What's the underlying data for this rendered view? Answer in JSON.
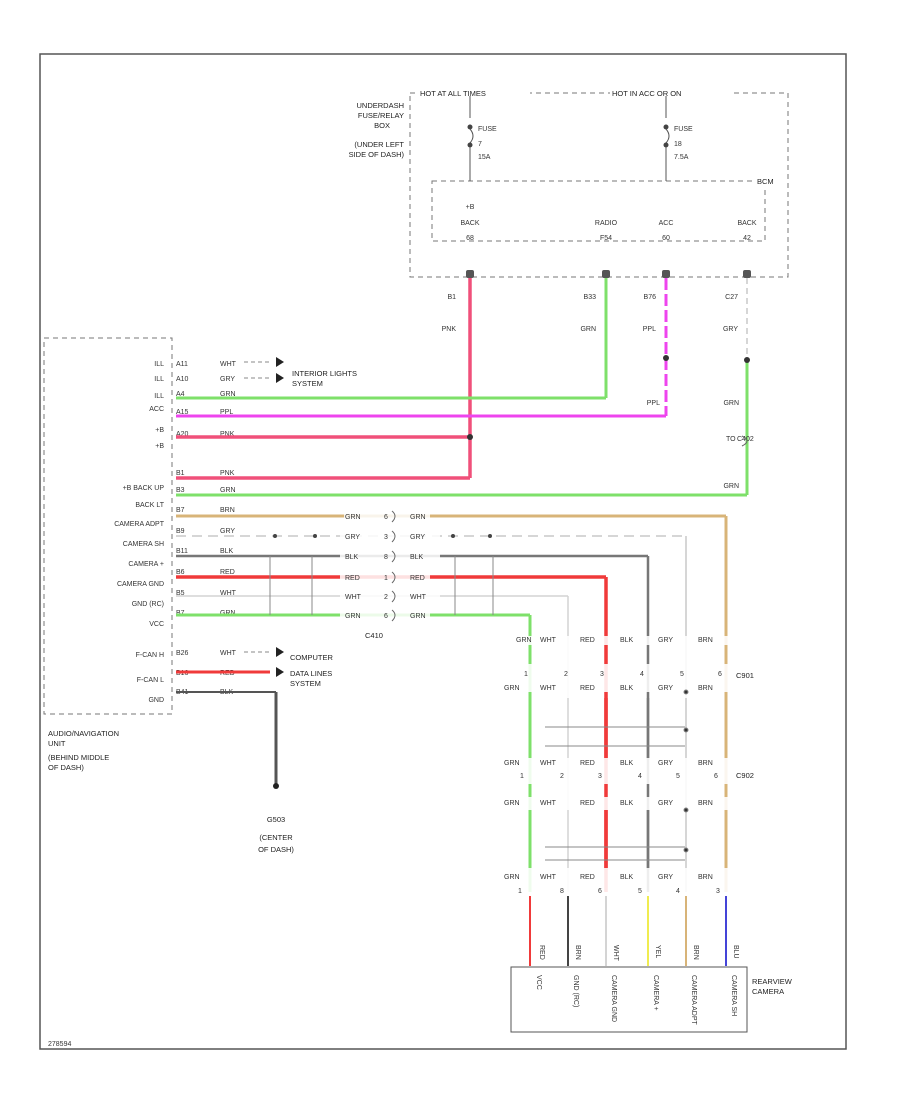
{
  "fuse_box": {
    "label": [
      "UNDERDASH",
      "FUSE/RELAY",
      "BOX",
      "(UNDER LEFT",
      "SIDE OF DASH)"
    ],
    "hot_left": "HOT AT ALL TIMES",
    "hot_right": "HOT IN ACC OR ON",
    "fuse_left": [
      "FUSE",
      "7",
      "15A"
    ],
    "fuse_right": [
      "FUSE",
      "18",
      "7.5A"
    ],
    "bcm_label": "BCM",
    "pins": [
      {
        "name": [
          "+B",
          "BACK"
        ],
        "pin": "68"
      },
      {
        "name": [
          "RADIO"
        ],
        "pin": "F54"
      },
      {
        "name": [
          "ACC"
        ],
        "pin": "60"
      },
      {
        "name": [
          "BACK"
        ],
        "pin": "42"
      }
    ]
  },
  "nav_unit": {
    "label": [
      "AUDIO/NAVIGATION",
      "UNIT",
      "(BEHIND MIDDLE",
      "OF DASH)"
    ],
    "pins_top": [
      {
        "name": "ILL",
        "pin": "A11",
        "color": "WHT"
      },
      {
        "name": "ILL",
        "pin": "A10",
        "color": "GRY"
      },
      {
        "name": "ILL",
        "pin": "A4",
        "color": "GRN"
      },
      {
        "name": "ACC",
        "pin": "A15",
        "color": "PPL"
      },
      {
        "name": "+B",
        "pin": "A20",
        "color": "PNK"
      }
    ],
    "pins_mid": [
      {
        "name": "",
        "pin": "B1",
        "color": "PNK"
      },
      {
        "name": "+B BACK UP",
        "pin": "B3",
        "color": "GRN"
      },
      {
        "name": "BACK LT",
        "pin": "B7",
        "color": "BRN"
      },
      {
        "name": "CAMERA ADPT",
        "pin": "B9",
        "color": "GRY"
      },
      {
        "name": "CAMERA SH",
        "pin": "B11",
        "color": "BLK"
      },
      {
        "name": "CAMERA +",
        "pin": "B6",
        "color": "RED"
      },
      {
        "name": "CAMERA GND",
        "pin": "B5",
        "color": "WHT"
      },
      {
        "name": "GND (RC)",
        "pin": "B7",
        "color": "GRN"
      },
      {
        "name": "VCC",
        "pin": "",
        "color": ""
      }
    ],
    "pins_bot": [
      {
        "name": "F-CAN H",
        "pin": "B26",
        "color": "WHT"
      },
      {
        "name": "F-CAN L",
        "pin": "B16",
        "color": "RED"
      },
      {
        "name": "GND",
        "pin": "B41",
        "color": "BLK"
      }
    ]
  },
  "interior_lights": [
    "INTERIOR LIGHTS",
    "SYSTEM"
  ],
  "computer_data": [
    "COMPUTER",
    "DATA LINES",
    "SYSTEM"
  ],
  "ground": [
    "G503",
    "(CENTER",
    "OF DASH)"
  ],
  "c402": [
    "TO",
    "C402"
  ],
  "c410": "C410",
  "c901": "C901",
  "c902": "C902",
  "wires_top": [
    "B1",
    "B33",
    "B76",
    "C27"
  ],
  "wires_top_colors": [
    "PNK",
    "GRN",
    "PPL",
    "GRY"
  ],
  "ppl_label": "PPL",
  "grn_labels": [
    "GRN",
    "GRN"
  ],
  "c410_rows": [
    {
      "left": "GRN",
      "pin": "6",
      "right": "GRN"
    },
    {
      "left": "GRY",
      "pin": "3",
      "right": "GRY"
    },
    {
      "left": "BLK",
      "pin": "8",
      "right": "BLK"
    },
    {
      "left": "RED",
      "pin": "1",
      "right": "RED"
    },
    {
      "left": "WHT",
      "pin": "2",
      "right": "WHT"
    },
    {
      "left": "GRN",
      "pin": "6",
      "right": "GRN"
    }
  ],
  "c901_cols": [
    {
      "top": "GRN",
      "pin": "1",
      "bot": "GRN"
    },
    {
      "top": "WHT",
      "pin": "2",
      "bot": "WHT"
    },
    {
      "top": "RED",
      "pin": "3",
      "bot": "RED"
    },
    {
      "top": "BLK",
      "pin": "4",
      "bot": "BLK"
    },
    {
      "top": "GRY",
      "pin": "5",
      "bot": "GRY"
    },
    {
      "top": "BRN",
      "pin": "6",
      "bot": "BRN"
    }
  ],
  "c902_cols": [
    {
      "top": "GRN",
      "pin": "1",
      "bot": "GRN"
    },
    {
      "top": "WHT",
      "pin": "2",
      "bot": "WHT"
    },
    {
      "top": "RED",
      "pin": "3",
      "bot": "RED"
    },
    {
      "top": "BLK",
      "pin": "4",
      "bot": "BLK"
    },
    {
      "top": "GRY",
      "pin": "5",
      "bot": "GRY"
    },
    {
      "top": "BRN",
      "pin": "6",
      "bot": "BRN"
    }
  ],
  "bottom_cols": [
    {
      "top": "GRN",
      "pin": "1",
      "stub": "RED"
    },
    {
      "top": "WHT",
      "pin": "8",
      "stub": "BRN"
    },
    {
      "top": "RED",
      "pin": "6",
      "stub": "WHT"
    },
    {
      "top": "BLK",
      "pin": "5",
      "stub": "YEL"
    },
    {
      "top": "GRY",
      "pin": "4",
      "stub": "BRN"
    },
    {
      "top": "BRN",
      "pin": "3",
      "stub": "BLU"
    }
  ],
  "camera": {
    "label": [
      "REARVIEW",
      "CAMERA"
    ],
    "pins": [
      "VCC",
      "GND (RC)",
      "CAMERA GND",
      "CAMERA +",
      "CAMERA ADPT",
      "CAMERA SH"
    ]
  },
  "figure_id": "278594",
  "wire_colors": {
    "pnk": "#f0507a",
    "grn": "#7ee06a",
    "ppl": "#ee44ee",
    "brn": "#d8b478",
    "gry": "#b8b8b8",
    "blk": "#666666",
    "red": "#f03a3a",
    "wht": "#d8d8d8",
    "yel": "#f0ec50",
    "blu": "#4444d8"
  }
}
